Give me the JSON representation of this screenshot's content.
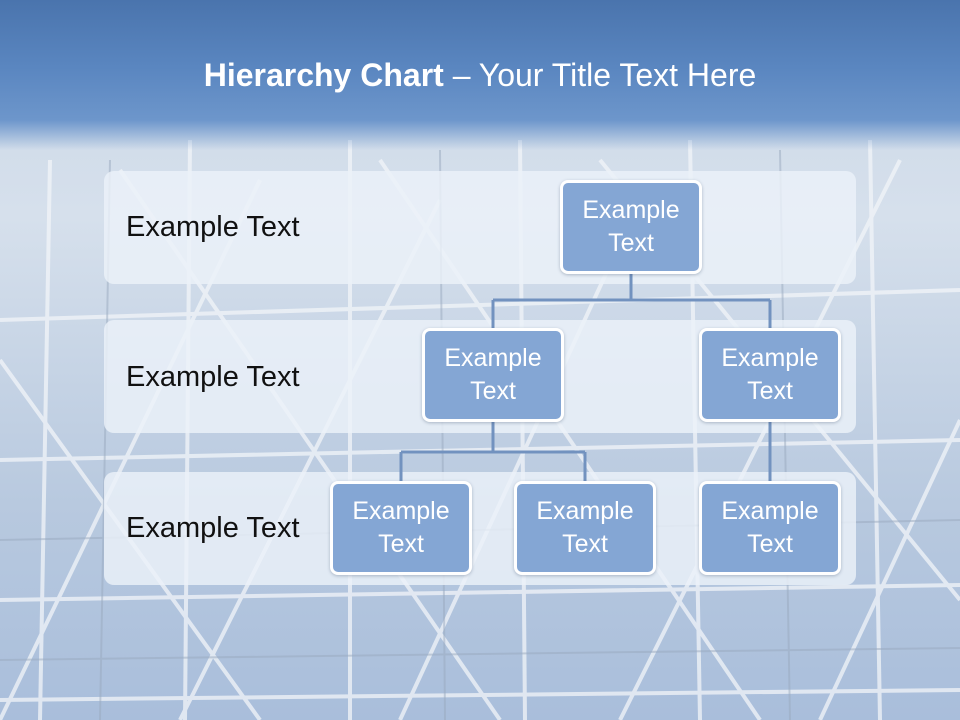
{
  "slide": {
    "title_bold": "Hierarchy Chart",
    "title_rest": " – Your Title Text Here"
  },
  "levels": [
    {
      "label": "Example Text"
    },
    {
      "label": "Example Text"
    },
    {
      "label": "Example Text"
    }
  ],
  "nodes": {
    "root": {
      "text": "Example Text"
    },
    "level2_left": {
      "text": "Example Text"
    },
    "level2_right": {
      "text": "Example Text"
    },
    "level3_left": {
      "text": "Example Text"
    },
    "level3_middle": {
      "text": "Example Text"
    },
    "level3_right": {
      "text": "Example Text"
    }
  },
  "colors": {
    "header": "#5a86c0",
    "node_fill": "#84a6d4",
    "node_border": "#ffffff",
    "connector": "#7292bf",
    "band": "#eef2f9"
  }
}
